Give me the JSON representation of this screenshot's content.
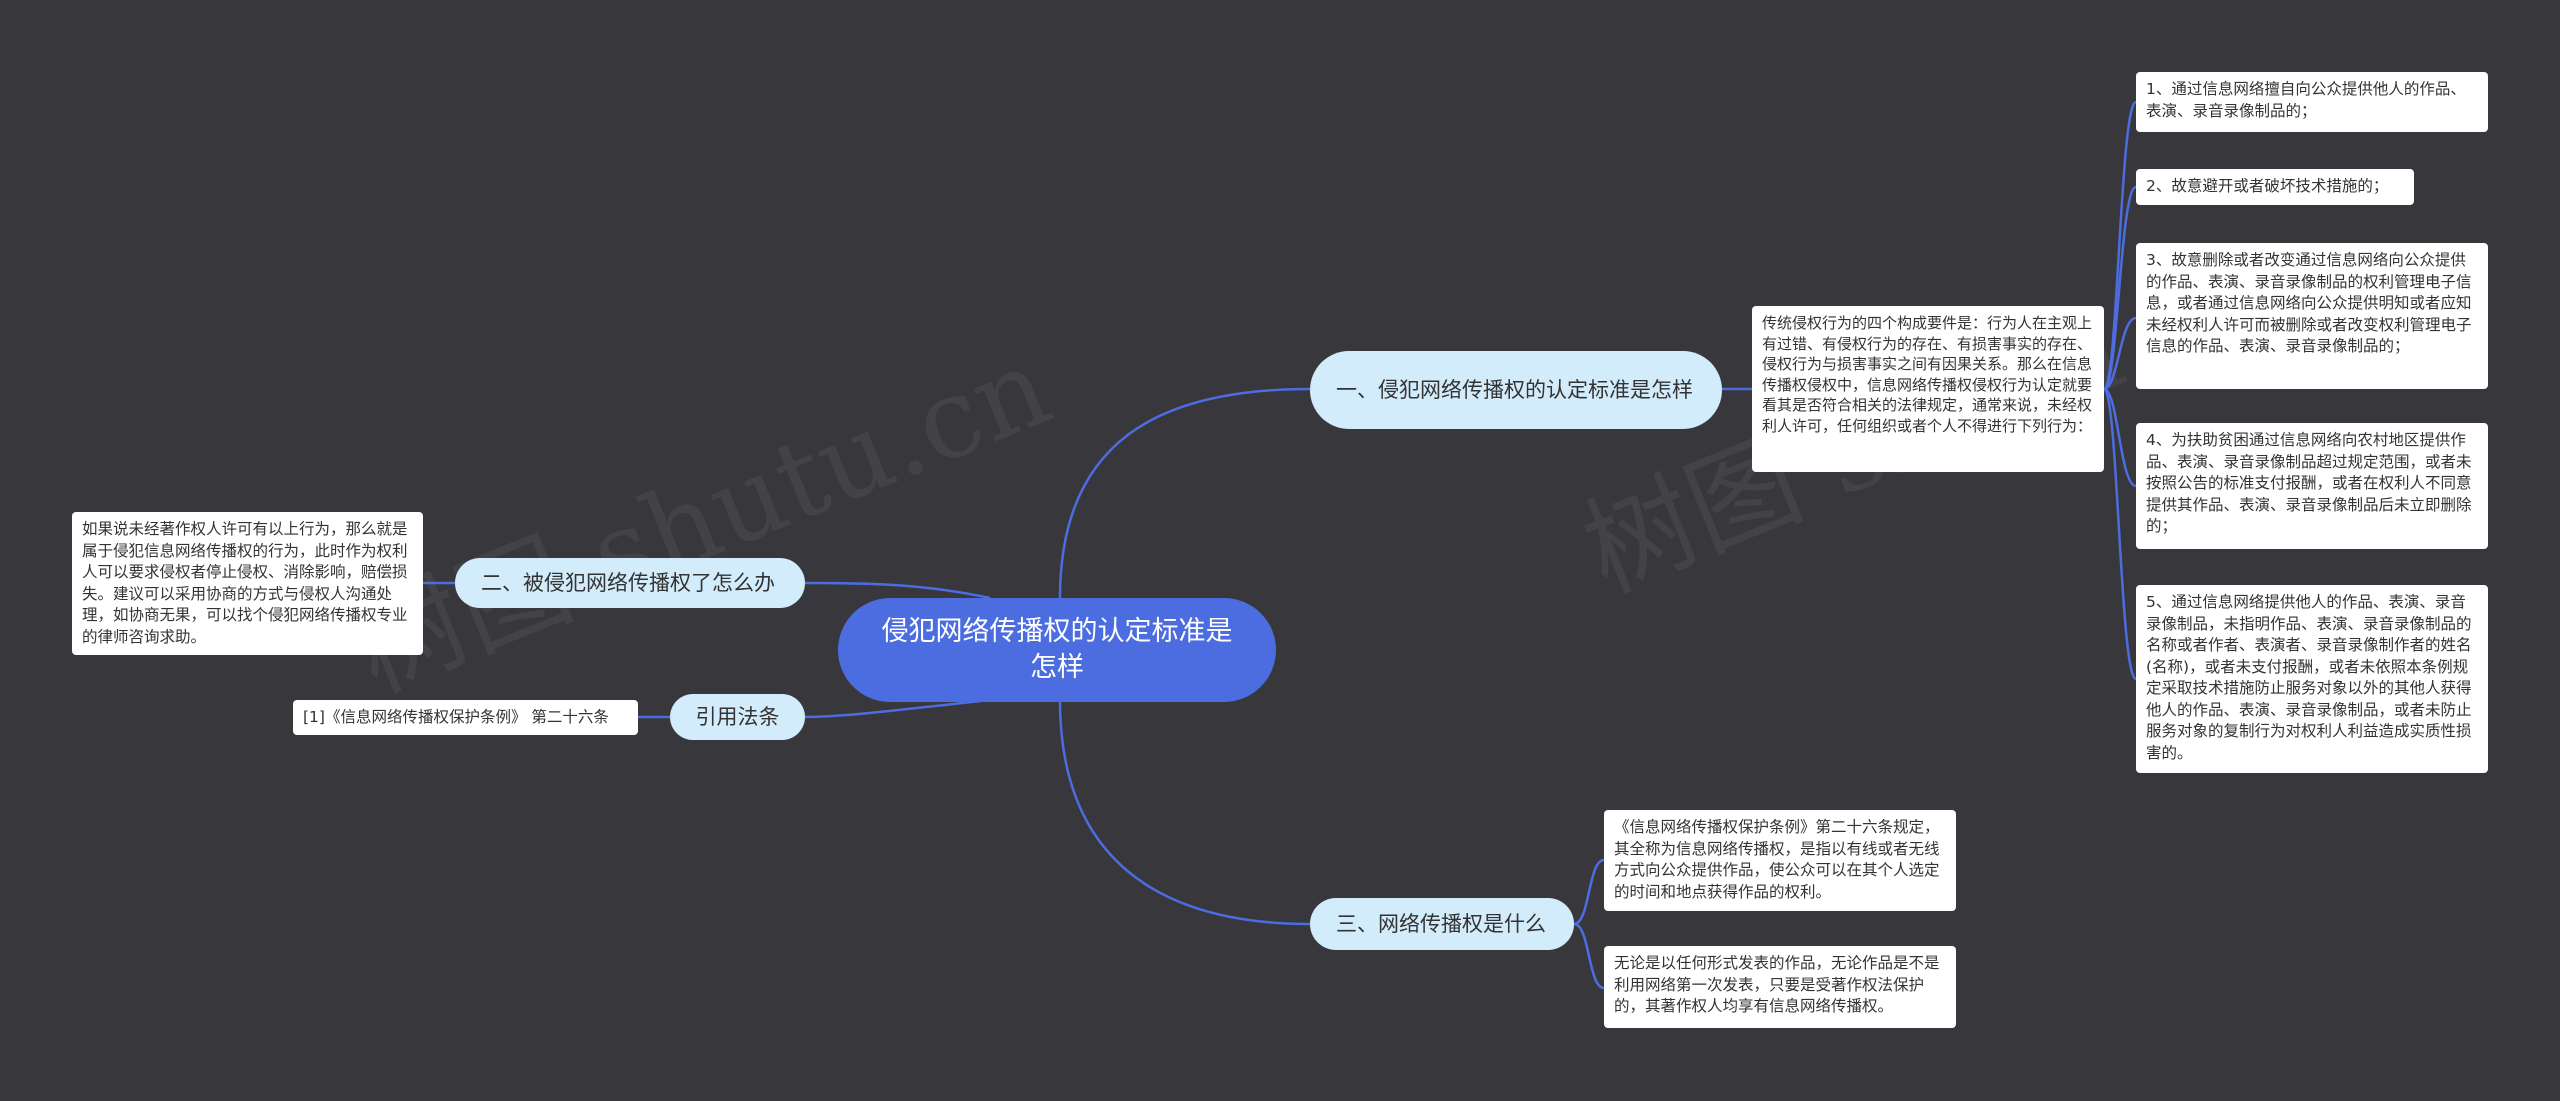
{
  "colors": {
    "background": "#38373b",
    "root_fill": "#4c6de0",
    "branch_fill": "#d3ecfb",
    "leaf_fill": "#ffffff",
    "connector": "#4c6de0"
  },
  "mindmap": {
    "root": {
      "label": "侵犯网络传播权的认定标准是怎样"
    },
    "branches": {
      "b1": {
        "label": "一、侵犯网络传播权的认定标准是怎样",
        "detail": "传统侵权行为的四个构成要件是：行为人在主观上有过错、有侵权行为的存在、有损害事实的存在、侵权行为与损害事实之间有因果关系。那么在信息传播权侵权中，信息网络传播权侵权行为认定就要看其是否符合相关的法律规定，通常来说，未经权利人许可，任何组织或者个人不得进行下列行为：",
        "items": [
          "1、通过信息网络擅自向公众提供他人的作品、表演、录音录像制品的；",
          "2、故意避开或者破坏技术措施的；",
          "3、故意删除或者改变通过信息网络向公众提供的作品、表演、录音录像制品的权利管理电子信息，或者通过信息网络向公众提供明知或者应知未经权利人许可而被删除或者改变权利管理电子信息的作品、表演、录音录像制品的；",
          "4、为扶助贫困通过信息网络向农村地区提供作品、表演、录音录像制品超过规定范围，或者未按照公告的标准支付报酬，或者在权利人不同意提供其作品、表演、录音录像制品后未立即删除的；",
          "5、通过信息网络提供他人的作品、表演、录音录像制品，未指明作品、表演、录音录像制品的名称或者作者、表演者、录音录像制作者的姓名(名称)，或者未支付报酬，或者未依照本条例规定采取技术措施防止服务对象以外的其他人获得他人的作品、表演、录音录像制品，或者未防止服务对象的复制行为对权利人利益造成实质性损害的。"
        ]
      },
      "b2": {
        "label": "二、被侵犯网络传播权了怎么办",
        "detail": "如果说未经著作权人许可有以上行为，那么就是属于侵犯信息网络传播权的行为，此时作为权利人可以要求侵权者停止侵权、消除影响，赔偿损失。建议可以采用协商的方式与侵权人沟通处理，如协商无果，可以找个侵犯网络传播权专业的律师咨询求助。"
      },
      "b3": {
        "label": "引用法条",
        "detail": "[1]《信息网络传播权保护条例》 第二十六条"
      },
      "b4": {
        "label": "三、网络传播权是什么",
        "items": [
          "《信息网络传播权保护条例》第二十六条规定，其全称为信息网络传播权，是指以有线或者无线方式向公众提供作品，使公众可以在其个人选定的时间和地点获得作品的权利。",
          "无论是以任何形式发表的作品，无论作品是不是利用网络第一次发表，只要是受著作权法保护的，其著作权人均享有信息网络传播权。"
        ]
      }
    }
  }
}
